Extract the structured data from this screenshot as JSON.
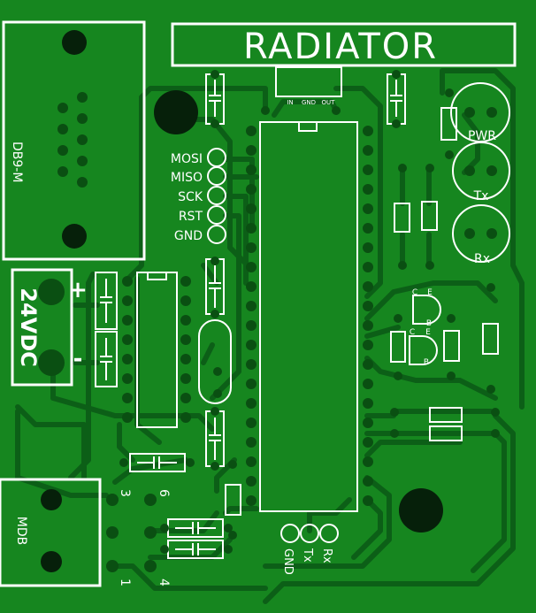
{
  "board": {
    "title": "RADIATOR",
    "colors": {
      "substrate": "#16861f",
      "trace": "#0c5f17",
      "silk": "#ffffff",
      "pad": "#0a4f12",
      "hole": "#06200a"
    }
  },
  "connectors": {
    "db9_label": "DB9-M",
    "power_label": "24VDC",
    "power_plus": "+",
    "power_minus": "-",
    "mdb_label": "MDB",
    "mdb_pin3": "3",
    "mdb_pin6": "6",
    "mdb_pin1": "1",
    "mdb_pin4": "4"
  },
  "regulator": {
    "in": "IN",
    "gnd": "GND",
    "out": "OUT"
  },
  "isp_header": [
    "MOSI",
    "MISO",
    "SCK",
    "RST",
    "GND"
  ],
  "leds": {
    "pwr": "PWR",
    "tx": "Tx",
    "rx": "Rx"
  },
  "transistors": {
    "q1": {
      "c": "C",
      "e": "E",
      "b": "B"
    },
    "q2": {
      "c": "C",
      "e": "E",
      "b": "B"
    }
  },
  "serial_header": [
    "GND",
    "Tx",
    "Rx"
  ]
}
